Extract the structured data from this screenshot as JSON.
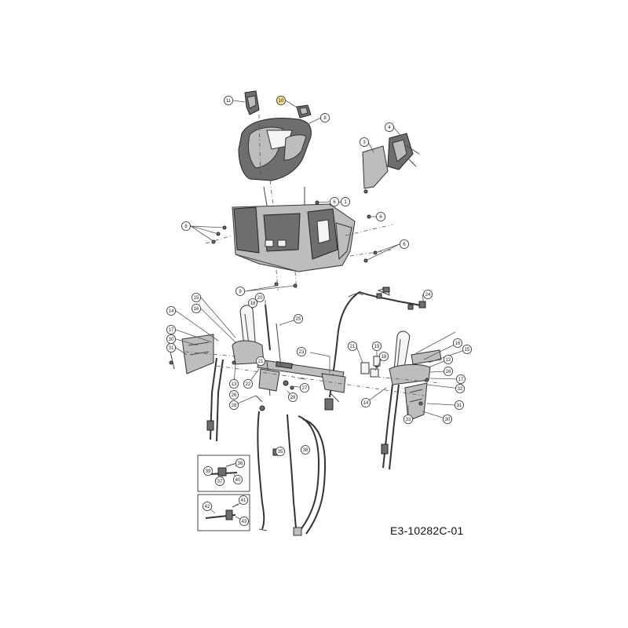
{
  "diagram": {
    "reference_code": "E3-10282C-01",
    "callouts": [
      {
        "id": "c11",
        "label": "11"
      },
      {
        "id": "c10",
        "label": "10",
        "highlight": true
      },
      {
        "id": "c8",
        "label": "8"
      },
      {
        "id": "c4",
        "label": "4"
      },
      {
        "id": "c3",
        "label": "3"
      },
      {
        "id": "c6a",
        "label": "6"
      },
      {
        "id": "c6b",
        "label": "6"
      },
      {
        "id": "c6c",
        "label": "6"
      },
      {
        "id": "c6d",
        "label": "6"
      },
      {
        "id": "c1",
        "label": "1"
      },
      {
        "id": "c9",
        "label": "9"
      },
      {
        "id": "c24",
        "label": "24"
      },
      {
        "id": "c15a",
        "label": "15"
      },
      {
        "id": "c16a",
        "label": "16"
      },
      {
        "id": "c14a",
        "label": "14"
      },
      {
        "id": "c17a",
        "label": "17"
      },
      {
        "id": "c30a",
        "label": "30"
      },
      {
        "id": "c31a",
        "label": "31"
      },
      {
        "id": "c18a",
        "label": "18"
      },
      {
        "id": "c20",
        "label": "20"
      },
      {
        "id": "c25",
        "label": "25"
      },
      {
        "id": "c23",
        "label": "23"
      },
      {
        "id": "c21a",
        "label": "21"
      },
      {
        "id": "c19",
        "label": "19"
      },
      {
        "id": "c18b",
        "label": "18"
      },
      {
        "id": "c21b",
        "label": "21"
      },
      {
        "id": "c13a",
        "label": "13"
      },
      {
        "id": "c22",
        "label": "22"
      },
      {
        "id": "c26",
        "label": "26"
      },
      {
        "id": "c28",
        "label": "28"
      },
      {
        "id": "c27",
        "label": "27"
      },
      {
        "id": "c29",
        "label": "29"
      },
      {
        "id": "c14b",
        "label": "14"
      },
      {
        "id": "c16b",
        "label": "16"
      },
      {
        "id": "c15b",
        "label": "15"
      },
      {
        "id": "c12",
        "label": "12"
      },
      {
        "id": "c16c",
        "label": "16"
      },
      {
        "id": "c17b",
        "label": "17"
      },
      {
        "id": "c32",
        "label": "32"
      },
      {
        "id": "c31b",
        "label": "31"
      },
      {
        "id": "c30b",
        "label": "30"
      },
      {
        "id": "c33",
        "label": "33"
      },
      {
        "id": "c35",
        "label": "35"
      },
      {
        "id": "c36",
        "label": "36"
      },
      {
        "id": "c38",
        "label": "38"
      },
      {
        "id": "c39",
        "label": "39"
      },
      {
        "id": "c37",
        "label": "37"
      },
      {
        "id": "c40",
        "label": "40"
      },
      {
        "id": "c41",
        "label": "41"
      },
      {
        "id": "c42",
        "label": "42"
      },
      {
        "id": "c43",
        "label": "43"
      }
    ]
  }
}
